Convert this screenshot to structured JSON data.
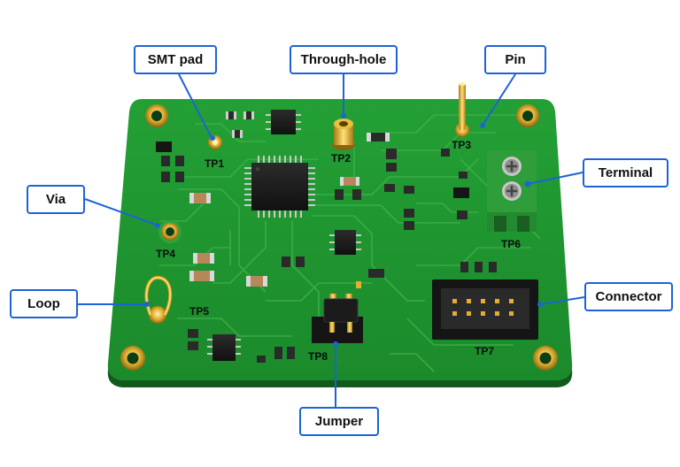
{
  "colors": {
    "board": "#1f8f2f",
    "board_edge": "#166d22",
    "trace": "#3fb04a",
    "gold": "#d4a017",
    "callout": "#1e63d6",
    "terminal_green": "#2f9e3a"
  },
  "callouts": {
    "smt_pad": "SMT pad",
    "through_hole": "Through-hole",
    "pin": "Pin",
    "terminal": "Terminal",
    "via": "Via",
    "loop": "Loop",
    "connector": "Connector",
    "jumper": "Jumper"
  },
  "test_points": {
    "tp1": "TP1",
    "tp2": "TP2",
    "tp3": "TP3",
    "tp4": "TP4",
    "tp5": "TP5",
    "tp6": "TP6",
    "tp7": "TP7",
    "tp8": "TP8"
  }
}
